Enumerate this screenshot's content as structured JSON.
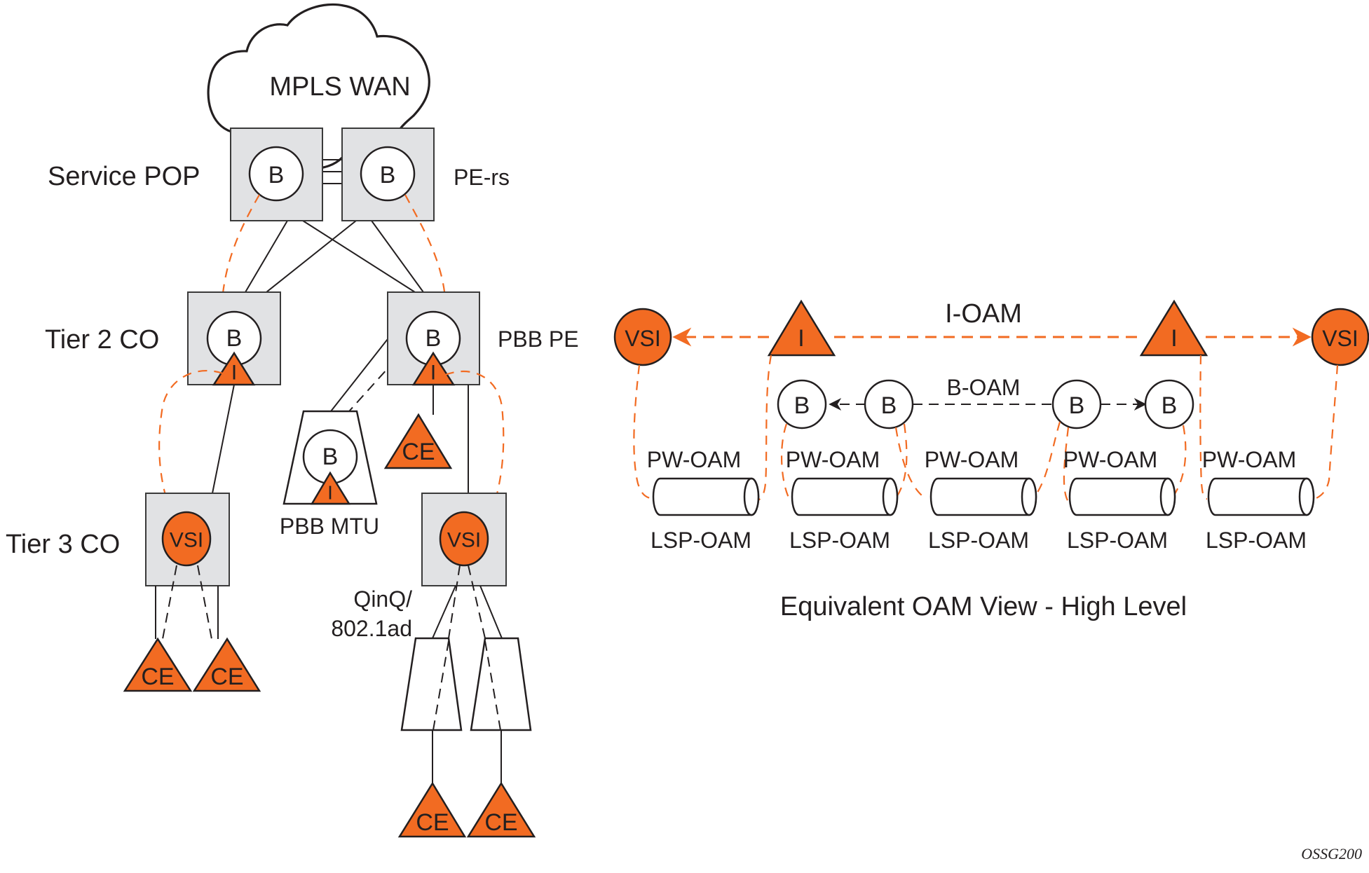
{
  "colors": {
    "accent": "#f26b22",
    "box_fill": "#e1e2e4",
    "ink": "#231f20"
  },
  "left_diagram": {
    "cloud_label": "MPLS WAN",
    "tiers": {
      "service_pop": "Service POP",
      "tier2": "Tier 2 CO",
      "tier3": "Tier 3 CO"
    },
    "side_labels": {
      "pe_rs": "PE-rs",
      "pbb_pe": "PBB PE",
      "pbb_mtu": "PBB MTU",
      "qinq_line1": "QinQ/",
      "qinq_line2": "802.1ad"
    },
    "node_labels": {
      "b": "B",
      "i": "I",
      "vsi": "VSI",
      "ce": "CE"
    }
  },
  "right_diagram": {
    "i_oam": "I-OAM",
    "b_oam": "B-OAM",
    "segments": [
      {
        "pw": "PW-OAM",
        "lsp": "LSP-OAM"
      },
      {
        "pw": "PW-OAM",
        "lsp": "LSP-OAM"
      },
      {
        "pw": "PW-OAM",
        "lsp": "LSP-OAM"
      },
      {
        "pw": "PW-OAM",
        "lsp": "LSP-OAM"
      },
      {
        "pw": "PW-OAM",
        "lsp": "LSP-OAM"
      }
    ],
    "caption": "Equivalent OAM View - High Level",
    "node_labels": {
      "b": "B",
      "i": "I",
      "vsi": "VSI"
    }
  },
  "figure_id": "OSSG200"
}
